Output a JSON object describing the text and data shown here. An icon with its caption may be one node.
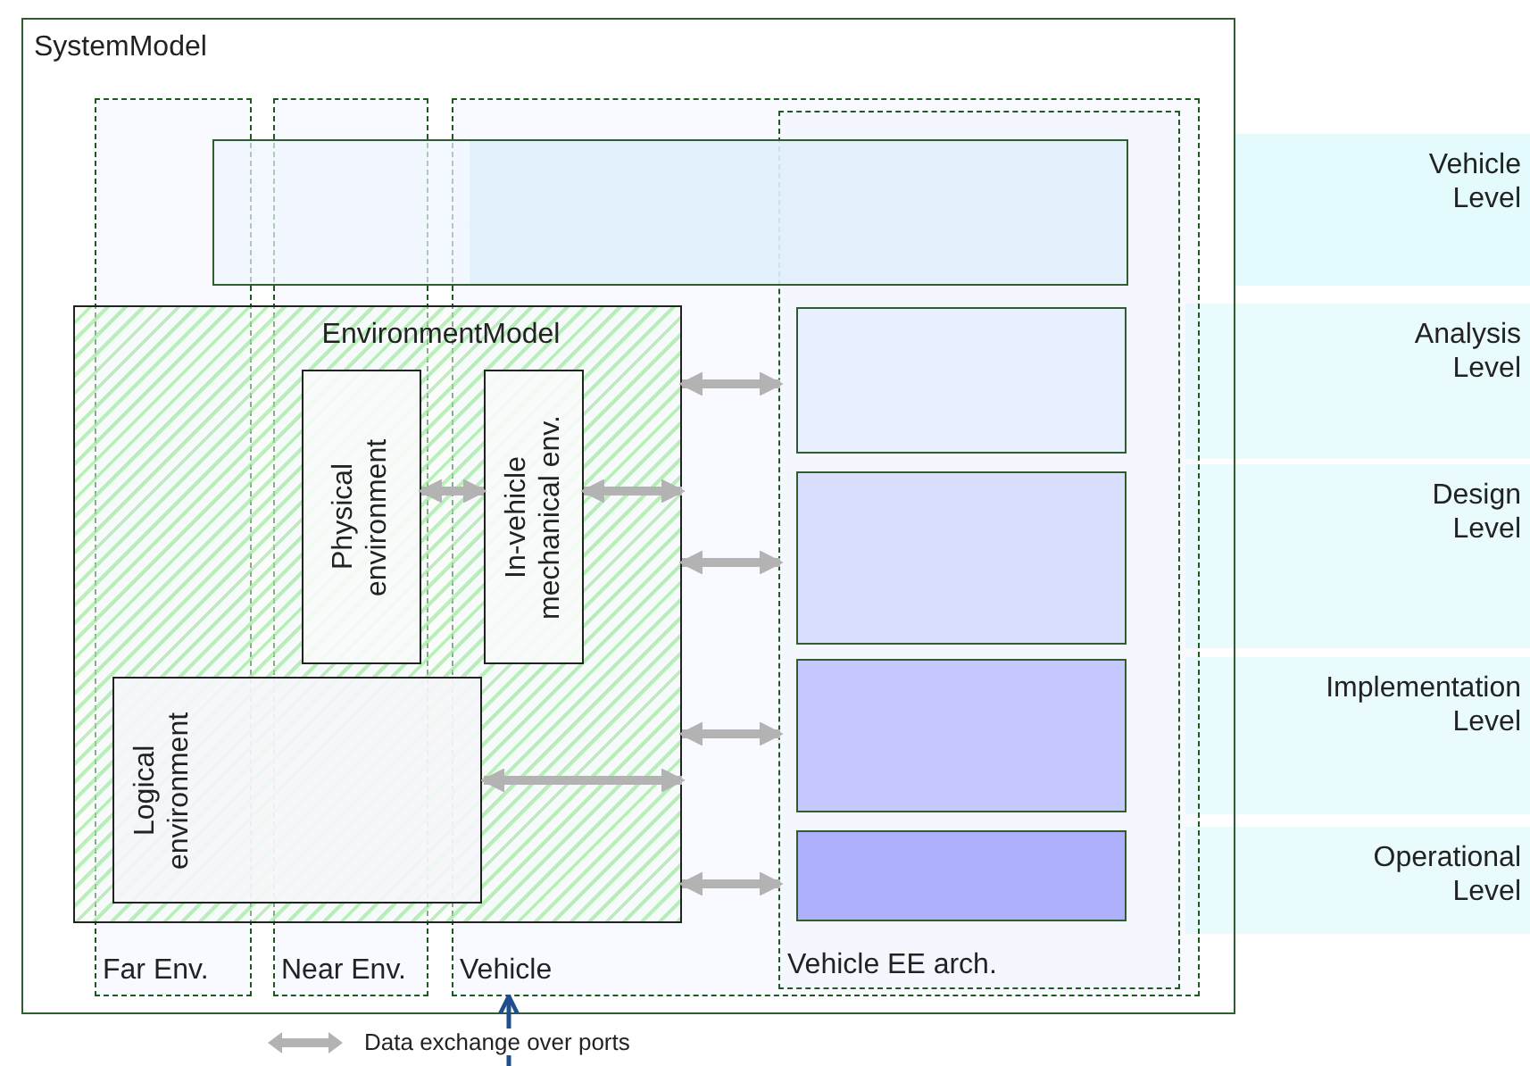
{
  "diagram": {
    "nodes": [
      {
        "text": [
          "SystemModel"
        ]
      },
      {
        "text": [
          "Far Env."
        ],
        "in": 0
      },
      {
        "text": [
          "Near Env."
        ],
        "in": 0
      },
      {
        "text": [
          "Vehicle"
        ],
        "in": 0
      },
      {
        "text": [
          "Vehicle EE arch."
        ],
        "in": 3
      },
      {
        "text": [],
        "shape": "box",
        "in": 0
      },
      {
        "text": [
          "EnvironmentModel"
        ],
        "in": 0
      },
      {
        "text": [
          "Physical environment"
        ]
      },
      {
        "text": [
          "In-vehicle mechanical env."
        ]
      },
      {
        "text": [
          "Logical environment"
        ],
        "in": 6
      },
      {
        "text": [],
        "shape": "box",
        "in": 4
      },
      {
        "text": [],
        "shape": "box",
        "in": 4
      },
      {
        "text": [],
        "shape": "box",
        "in": 4
      },
      {
        "text": [],
        "shape": "box",
        "in": 4
      },
      {
        "text": [
          "Vehicle Level"
        ]
      },
      {
        "text": [
          "Analysis Level"
        ]
      },
      {
        "text": [
          "Design Level"
        ]
      },
      {
        "text": [
          "Implementation Level"
        ]
      },
      {
        "text": [
          "Operational Level"
        ]
      }
    ],
    "edges": [
      {
        "from": 7,
        "to": 8,
        "arrow": "both"
      },
      {
        "from": 8,
        "to": 6,
        "arrow": "both"
      },
      {
        "from": 9,
        "to": 6,
        "arrow": "both"
      },
      {
        "from": 6,
        "to": 4,
        "arrow": "both"
      },
      {
        "from": 6,
        "to": 4,
        "arrow": "both"
      },
      {
        "from": 6,
        "to": 4,
        "arrow": "both"
      },
      {
        "from": 6,
        "to": 4,
        "arrow": "both"
      },
      {
        "from": null,
        "to": 3,
        "arrow": "to",
        "color": "#1f4e8c"
      }
    ],
    "legend": [
      {
        "text": "Data exchange over ports"
      }
    ]
  }
}
